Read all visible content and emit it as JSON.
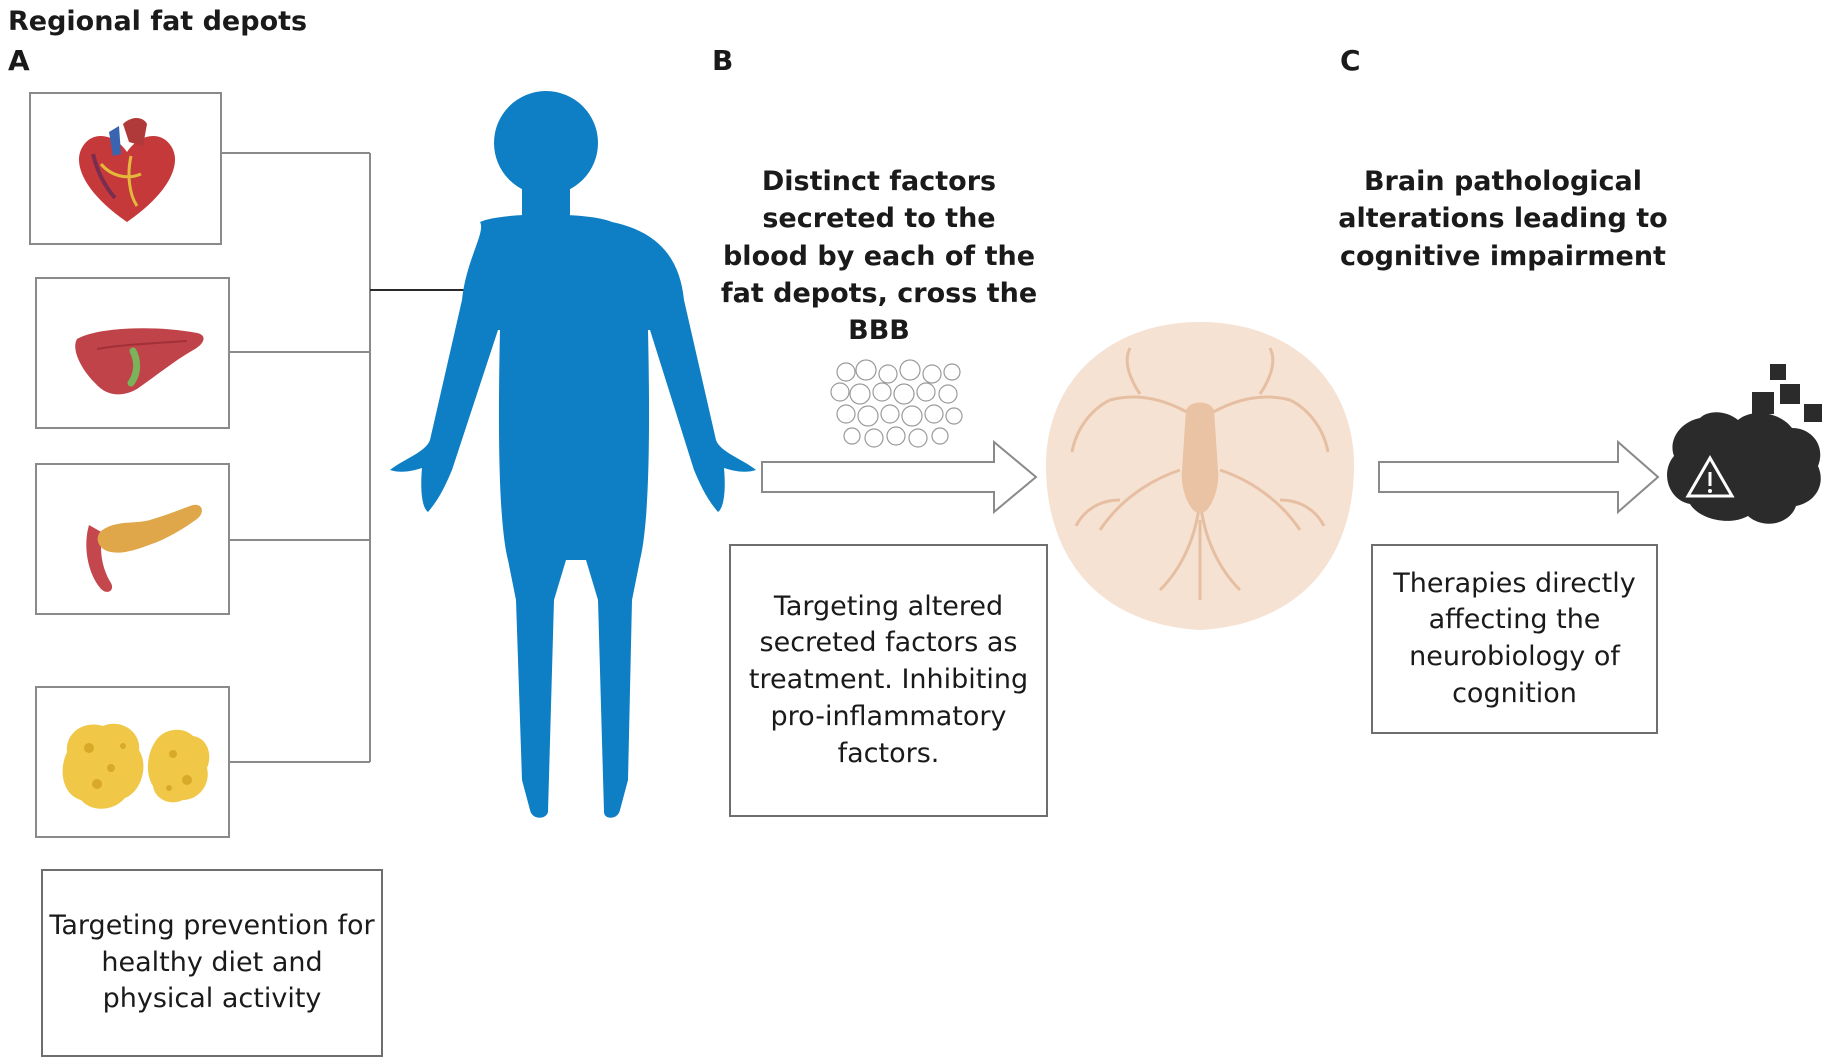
{
  "figure": {
    "title": "Regional fat depots",
    "panels": {
      "a": {
        "letter": "A",
        "box_text": "Targeting prevention for healthy diet and physical activity"
      },
      "b": {
        "letter": "B",
        "heading": "Distinct factors secreted to the blood by each of the fat depots, cross the BBB",
        "box_text": "Targeting altered secreted factors as treatment. Inhibiting pro-inflammatory factors."
      },
      "c": {
        "letter": "C",
        "heading": "Brain pathological alterations leading to cognitive impairment",
        "box_text": "Therapies directly affecting the neurobiology of cognition"
      }
    },
    "organs": [
      {
        "name": "heart",
        "icon": "heart-icon"
      },
      {
        "name": "liver",
        "icon": "liver-icon"
      },
      {
        "name": "pancreas",
        "icon": "pancreas-icon"
      },
      {
        "name": "adipose tissue",
        "icon": "adipose-tissue-icon"
      }
    ],
    "colors": {
      "body": "#0e7fc4",
      "brain": "#f6e2d3",
      "brain_vessel": "#e6bfa3",
      "warning": "#2b2b2b"
    }
  }
}
